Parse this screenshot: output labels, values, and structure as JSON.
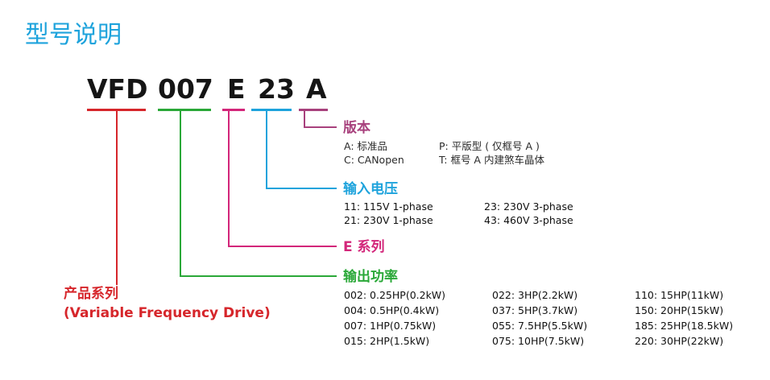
{
  "title": "型号说明",
  "code": {
    "series": "VFD",
    "power": "007",
    "family": "E",
    "voltage": "23",
    "version": "A"
  },
  "colors": {
    "title": "#1ea3dc",
    "series": "#d6262b",
    "power": "#2aa838",
    "family": "#d3267a",
    "voltage": "#1ea3dc",
    "version": "#a8417d"
  },
  "version": {
    "heading": "版本",
    "items": [
      "A: 标准品",
      "P: 平版型 ( 仅框号 A )",
      "C: CANopen",
      "T: 框号 A 内建煞车晶体"
    ]
  },
  "voltage": {
    "heading": "输入电压",
    "items": [
      "11: 115V 1-phase",
      "23: 230V 3-phase",
      "21: 230V 1-phase",
      "43: 460V 3-phase"
    ]
  },
  "family": {
    "heading": "E 系列"
  },
  "power": {
    "heading": "输出功率",
    "items": [
      "002: 0.25HP(0.2kW)",
      "022: 3HP(2.2kW)",
      "110: 15HP(11kW)",
      "004: 0.5HP(0.4kW)",
      "037: 5HP(3.7kW)",
      "150: 20HP(15kW)",
      "007: 1HP(0.75kW)",
      "055: 7.5HP(5.5kW)",
      "185: 25HP(18.5kW)",
      "015: 2HP(1.5kW)",
      "075: 10HP(7.5kW)",
      "220: 30HP(22kW)"
    ]
  },
  "series": {
    "label_cn": "产品系列",
    "label_en": "(Variable Frequency Drive)"
  }
}
